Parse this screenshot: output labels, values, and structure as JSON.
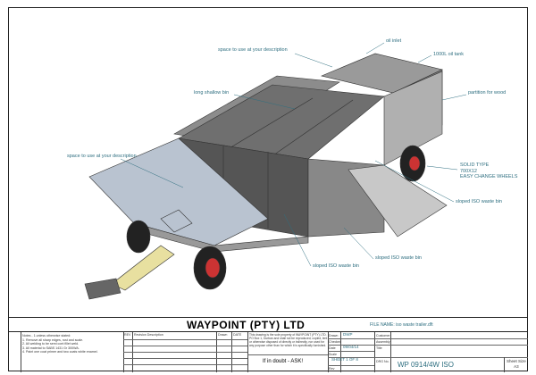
{
  "labels": {
    "space_top": "space to use at your description",
    "oil_inlet": "oil inlet",
    "oil_tank": "1000L oil tank",
    "long_bin": "long shallow bin",
    "partition": "partition for wood",
    "space_front": "space to use at your description",
    "wheels": [
      "SOLID TYPE",
      "700X12",
      "EASY CHANGE WHEELS"
    ],
    "bin_right": "sloped ISO waste bin",
    "bin_mid": "sloped ISO waste bin",
    "bin_front": "sloped ISO waste bin"
  },
  "title_block": {
    "company": "WAYPOINT (PTY) LTD",
    "file_name": "FILE NAME: iso waste trailer.dft",
    "notes": [
      "Notes - 1.unless otherwise stated:",
      "1. Remove all sharp edges, rust and scale.",
      "2. All welding to be semi cont fillet weld.",
      "3. All material to SABS 1431 Gr 300WA.",
      "4. Paint one coat primer and two coats white enamel."
    ],
    "rev_headers": {
      "rev": "REV",
      "desc": "Revision Description",
      "drawn": "Drawn",
      "date": "DATE"
    },
    "disclaimer": "This drawing is the sole property of WAYPOINT (PTY) LTD. PO Box 1, Durban and shall not be reproduced, copied, lent or otherwise disposed of directly or indirectly, nor used for any purpose other than for which it is specifically furnished.",
    "motto": "If in doubt - ASK!",
    "drawn_label": "Drawn",
    "drawn_value": "DWP",
    "checked_label": "Checked",
    "date_label": "Date",
    "date_value": "09/04/14",
    "scale_label": "Scale",
    "sheet": "SHEET 1 OF 8",
    "rev_label": "Rev",
    "customer_label": "Customer",
    "assembly_label": "Assembly",
    "title_label": "Title",
    "dwg_label": "DRG No.",
    "dwg_no": "WP 0914/4W ISO",
    "sheet_size_label": "Sheet Size",
    "sheet_size": "A3"
  }
}
